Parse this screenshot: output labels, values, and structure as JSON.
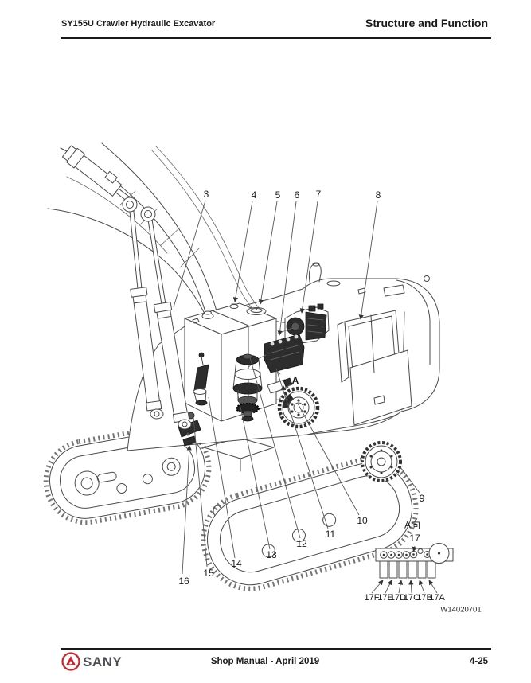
{
  "header": {
    "left_title": "SY155U Crawler Hydraulic Excavator",
    "right_title": "Structure and Function"
  },
  "footer": {
    "brand": "SANY",
    "center_text": "Shop Manual - April 2019",
    "page_number": "4-25"
  },
  "figure": {
    "view_marker": "A",
    "callouts": [
      {
        "label": "3"
      },
      {
        "label": "4"
      },
      {
        "label": "5"
      },
      {
        "label": "6"
      },
      {
        "label": "7"
      },
      {
        "label": "8"
      },
      {
        "label": "9"
      },
      {
        "label": "10"
      },
      {
        "label": "11"
      },
      {
        "label": "12"
      },
      {
        "label": "13"
      },
      {
        "label": "14"
      },
      {
        "label": "15"
      },
      {
        "label": "16"
      },
      {
        "label": "17"
      }
    ],
    "detail": {
      "title": "A向",
      "callout_label": "17",
      "port_labels": [
        "17F",
        "17E",
        "17D",
        "17C",
        "17B",
        "17A"
      ],
      "drawing_number": "W14020701"
    }
  },
  "colors": {
    "line": "#4a4a4a",
    "dark_part": "#2d2d2d",
    "text": "#1a1a1a",
    "brand_red": "#c9252c"
  }
}
